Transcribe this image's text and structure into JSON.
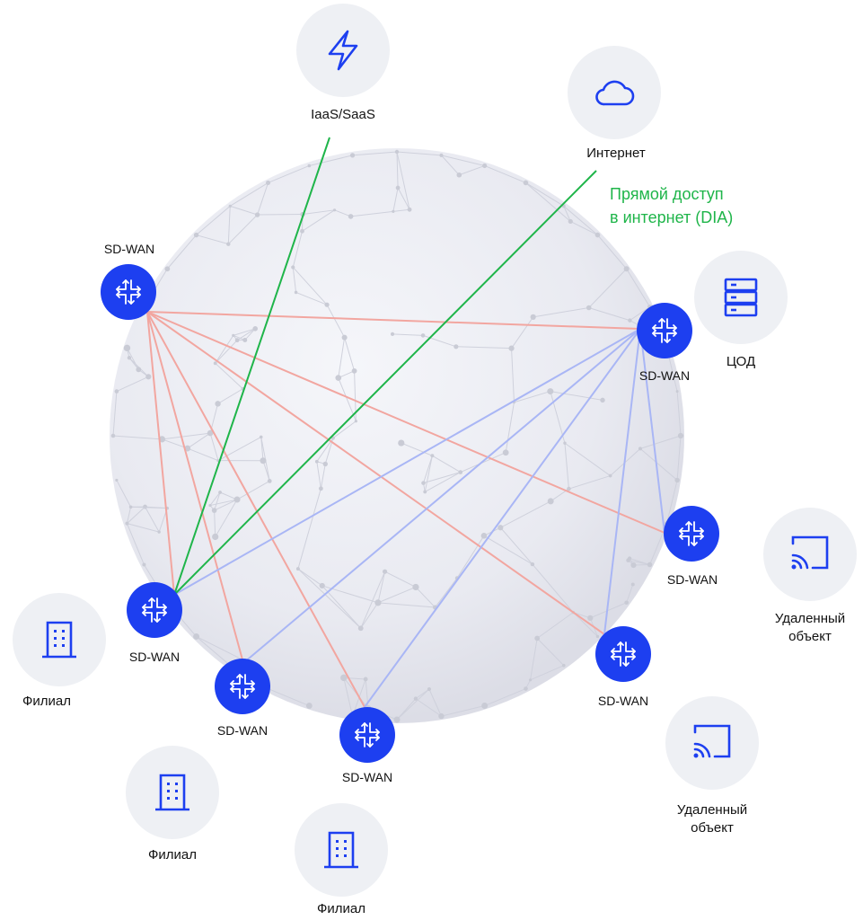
{
  "diagram": {
    "dia_line1": "Прямой доступ",
    "dia_line2": "в интернет (DIA)",
    "colors": {
      "router": "#1d3ff0",
      "mesh_red": "#f2a6a0",
      "mesh_blue": "#a9b6f5",
      "dia_green": "#1fb54a",
      "endpoint_bg": "#eef0f4"
    },
    "routers": [
      {
        "id": "r1",
        "label": "SD-WAN",
        "icon": "router-arrows-icon"
      },
      {
        "id": "r2",
        "label": "SD-WAN",
        "icon": "router-arrows-icon"
      },
      {
        "id": "r3",
        "label": "SD-WAN",
        "icon": "router-arrows-icon"
      },
      {
        "id": "r4",
        "label": "SD-WAN",
        "icon": "router-arrows-icon"
      },
      {
        "id": "r5",
        "label": "SD-WAN",
        "icon": "router-arrows-icon"
      },
      {
        "id": "r6",
        "label": "SD-WAN",
        "icon": "router-arrows-icon"
      },
      {
        "id": "r7",
        "label": "SD-WAN",
        "icon": "router-arrows-icon"
      }
    ],
    "endpoints": [
      {
        "id": "iaas",
        "label": "IaaS/SaaS",
        "icon": "lightning-icon"
      },
      {
        "id": "inet",
        "label": "Интернет",
        "icon": "cloud-icon"
      },
      {
        "id": "dc",
        "label": "ЦОД",
        "icon": "server-rack-icon"
      },
      {
        "id": "remote1",
        "label": "Удаленный объект",
        "icon": "cast-icon"
      },
      {
        "id": "remote2",
        "label": "Удаленный объект",
        "icon": "cast-icon"
      },
      {
        "id": "branch1",
        "label": "Филиал",
        "icon": "building-icon"
      },
      {
        "id": "branch2",
        "label": "Филиал",
        "icon": "building-icon"
      },
      {
        "id": "branch3",
        "label": "Филиал",
        "icon": "building-icon"
      }
    ]
  }
}
